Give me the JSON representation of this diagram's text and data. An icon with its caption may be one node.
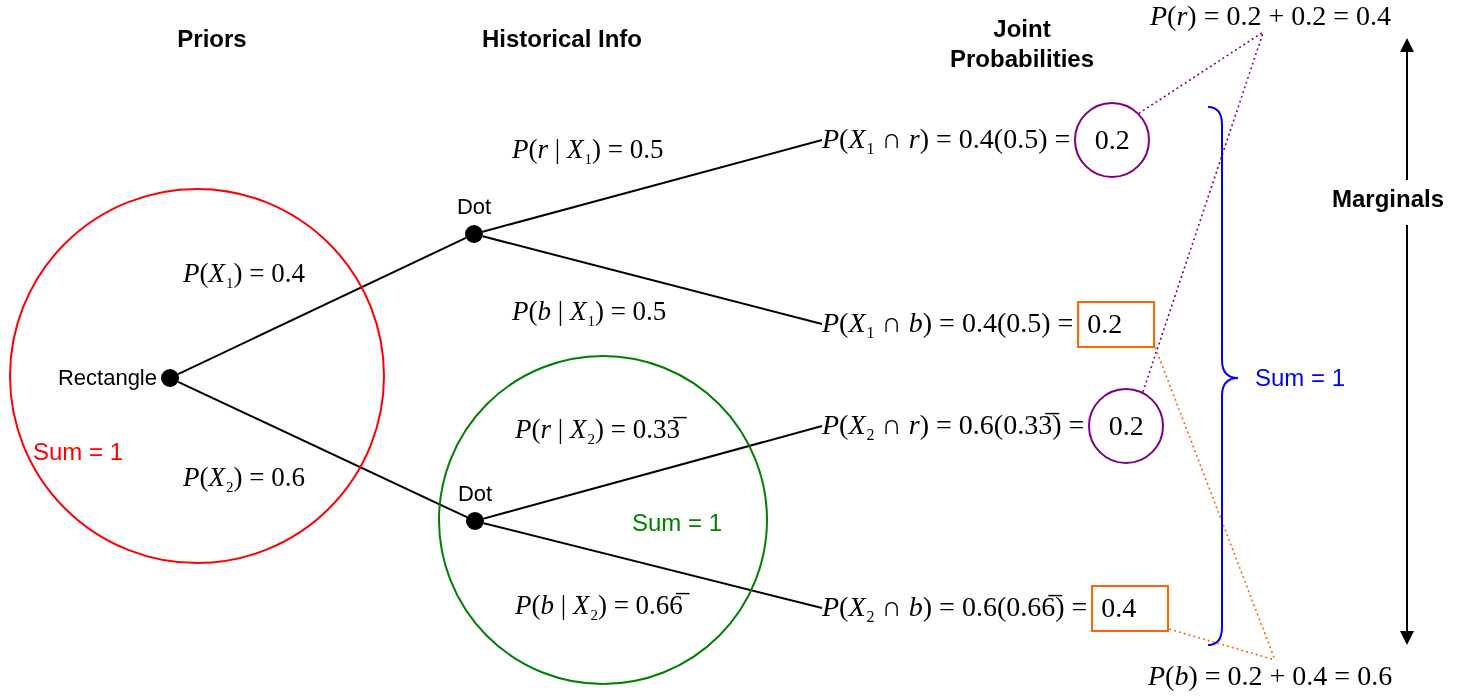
{
  "diagram": {
    "nodes": [
      {
        "text": [
          "Sum = 1"
        ]
      },
      {
        "text": [
          "Rectangle"
        ],
        "in": 0
      },
      {
        "text": [
          "Dot"
        ]
      },
      {
        "text": [
          "Sum = 1"
        ]
      },
      {
        "text": [
          "Dot"
        ],
        "in": 3
      },
      {
        "text": [
          "*P*(*X*$_{1}$ ∩ *r*) = 0.4(0.5) ="
        ]
      },
      {
        "text": [
          "0.2"
        ]
      },
      {
        "text": [
          "*P*(*X*$_{1}$ ∩ *b*) = 0.4(0.5) ="
        ]
      },
      {
        "text": [
          "0.2"
        ]
      },
      {
        "text": [
          "*P*(*X*$_{2}$ ∩ *r*) = 0.6(0.33̅) ="
        ]
      },
      {
        "text": [
          "0.2"
        ]
      },
      {
        "text": [
          "*P*(*X*$_{2}$ ∩ *b*) = 0.6(0.66̅) ="
        ]
      },
      {
        "text": [
          "0.4"
        ]
      },
      {
        "text": [
          "*P*(*r*) = 0.2 + 0.2 = 0.4"
        ]
      },
      {
        "text": [
          "*P*(*b*) = 0.2 + 0.4 = 0.6"
        ]
      }
    ],
    "edges": [
      {
        "from": 1,
        "to": 2,
        "arrow": "none",
        "label": "*P*(*X*$_{1}$) = 0.4"
      },
      {
        "from": 1,
        "to": 4,
        "arrow": "none",
        "label": "*P*(*X*$_{2}$) = 0.6"
      },
      {
        "from": 2,
        "to": 5,
        "arrow": "none",
        "label": "*P*(*r* | *X*$_{1}$) = 0.5"
      },
      {
        "from": 2,
        "to": 7,
        "arrow": "none",
        "label": "*P*(*b* | *X*$_{1}$) = 0.5"
      },
      {
        "from": 4,
        "to": 9,
        "arrow": "none",
        "label": "*P*(*r* | *X*$_{2}$) = 0.33̅"
      },
      {
        "from": 4,
        "to": 11,
        "arrow": "none",
        "label": "*P*(*b* | *X*$_{2}$) = 0.66̅"
      },
      {
        "from": 6,
        "to": 13,
        "arrow": "none",
        "style": "dashed",
        "color": "#800080"
      },
      {
        "from": 10,
        "to": 13,
        "arrow": "none",
        "style": "dashed",
        "color": "#800080"
      },
      {
        "from": 8,
        "to": 14,
        "arrow": "none",
        "style": "dashed",
        "color": "#ff6600"
      },
      {
        "from": 12,
        "to": 14,
        "arrow": "none",
        "style": "dashed",
        "color": "#ff6600"
      }
    ],
    "labels": [
      "Priors",
      "Historical Info",
      "Joint Probabilities",
      "Marginals",
      "Sum = 1"
    ]
  }
}
